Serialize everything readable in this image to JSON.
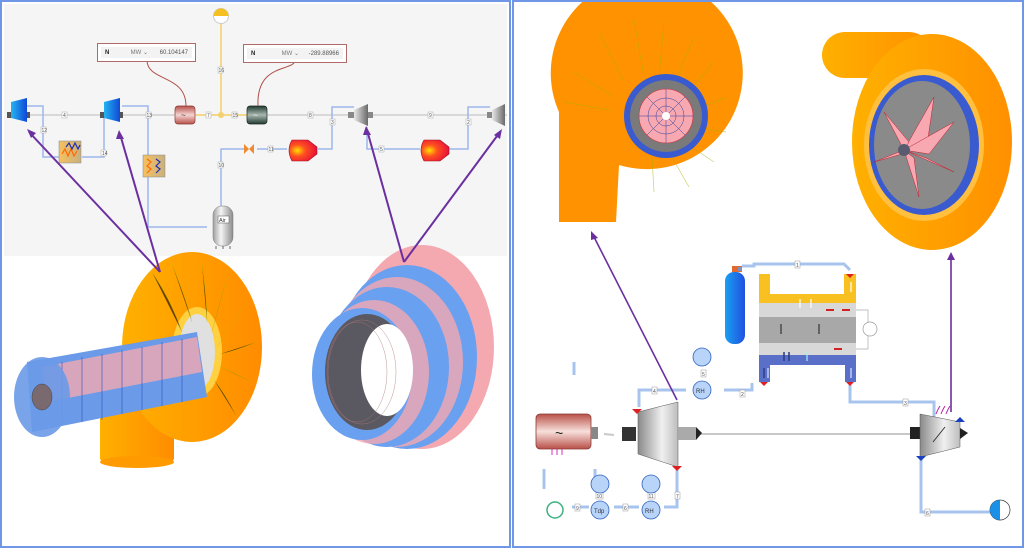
{
  "left_panel": {
    "sensors": [
      {
        "variable": "N",
        "unit": "MW",
        "value": "60.104147"
      },
      {
        "variable": "N",
        "unit": "MW",
        "value": "-289.88966"
      }
    ],
    "components": {
      "receiver_label": "Air"
    },
    "stream_tags": [
      "4",
      "12",
      "13",
      "14",
      "7",
      "16",
      "15",
      "8",
      "9",
      "3",
      "2",
      "5",
      "11",
      "10"
    ]
  },
  "right_panel": {
    "components": {
      "rh_top_label": "RH",
      "rh_bottom_label": "RH",
      "tdp_label": "Tdp"
    },
    "stream_tags": {
      "t1": "1",
      "t2": "2",
      "t3": "3",
      "t4": "4",
      "t5": "5",
      "t6_bottom": "6",
      "t6_right": "6",
      "t7": "7",
      "t9": "9",
      "t10": "10",
      "t11": "11"
    }
  },
  "colors": {
    "panel_border": "#6f97e6",
    "annotation_arrow": "#6b2fa0",
    "volute_orange": "#ff9a00",
    "blade_blue": "#5b8ef0",
    "blade_pink": "#f4a9b0",
    "pipe_blue": "#9db8ec",
    "shaft_yellow": "#f5d98a"
  }
}
